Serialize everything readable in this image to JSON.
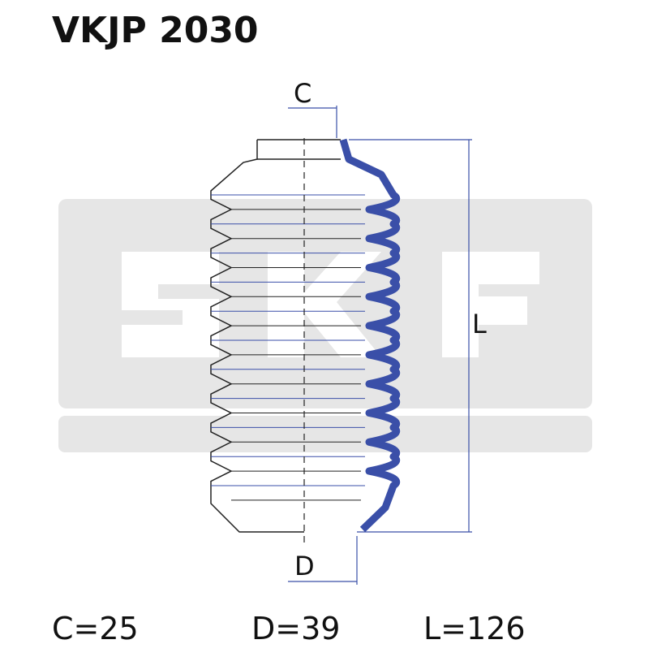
{
  "title": "VKJP 2030",
  "brand": {
    "logo_text": "SKF",
    "logo_color": "#e6e6e6"
  },
  "colors": {
    "outline": "#222222",
    "accent": "#3a4fa8",
    "dimension_line": "#3a4fa8"
  },
  "dimension_labels": {
    "c": "C",
    "d": "D",
    "l": "L"
  },
  "dimensions": {
    "c": "C=25",
    "d": "D=39",
    "l": "L=126"
  }
}
